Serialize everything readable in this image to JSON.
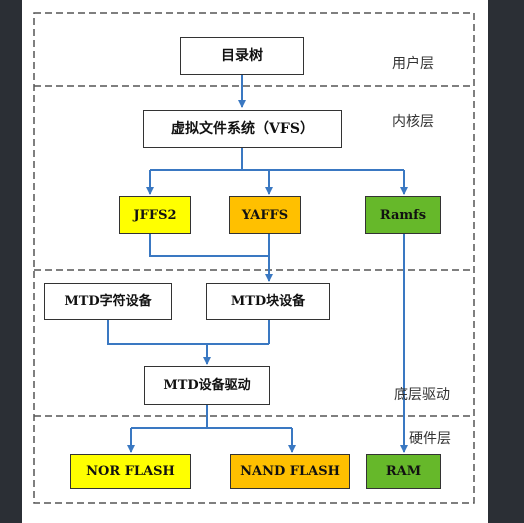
{
  "layers": {
    "user": "用户层",
    "kernel": "内核层",
    "driver": "底层驱动",
    "hardware": "硬件层"
  },
  "nodes": {
    "dir_tree": "目录树",
    "vfs": "虚拟文件系统（VFS）",
    "jffs2": "JFFS2",
    "yaffs": "YAFFS",
    "ramfs": "Ramfs",
    "mtd_char": "MTD字符设备",
    "mtd_block": "MTD块设备",
    "mtd_driver": "MTD设备驱动",
    "nor_flash": "NOR FLASH",
    "nand_flash": "NAND FLASH",
    "ram": "RAM"
  },
  "colors": {
    "line": "#3a78c2",
    "dash": "#555555",
    "yellow": "#ffff00",
    "orange": "#ffc000",
    "green": "#66b82a"
  }
}
